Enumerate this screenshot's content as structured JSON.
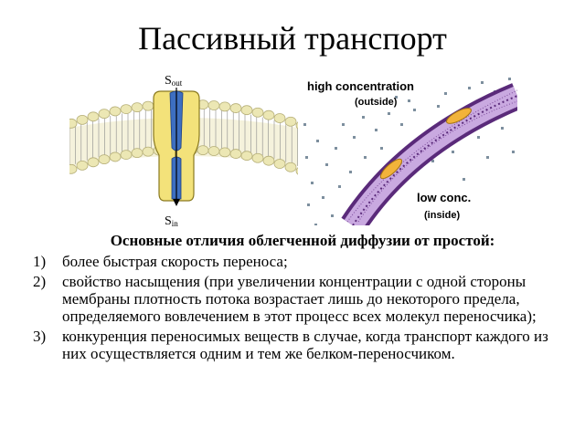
{
  "slide": {
    "title": "Пассивный транспорт"
  },
  "figure_left": {
    "label_out": "S",
    "label_out_sub": "out",
    "label_in": "S",
    "label_in_sub": "in"
  },
  "figure_right": {
    "label_high_1": "high concentration",
    "label_high_2": "(outside)",
    "label_low_1": "low conc.",
    "label_low_2": "(inside)"
  },
  "content": {
    "heading": "Основные отличия облегченной диффузии от простой:",
    "items": [
      {
        "num": "1)",
        "text": "более быстрая скорость переноса;"
      },
      {
        "num": "2)",
        "text": "свойство насыщения (при увеличении концентрации с одной стороны мембраны плотность потока возрастает лишь до некоторого предела, определяемого вовлечением в этот процесс всех молекул переносчика);"
      },
      {
        "num": "3)",
        "text": "конкуренция переносимых веществ в случае, когда транспорт каждого из них осуществляется одним и тем же белком-переносчиком."
      }
    ]
  },
  "colors": {
    "lipid_head": "#ece7b4",
    "lipid_head_stroke": "#b7b07a",
    "lipid_tail": "#8a8a8a",
    "protein_body": "#f3e27a",
    "protein_stroke": "#8a7a20",
    "channel": "#3d6fc1",
    "membrane_purple": "#5a2a7a",
    "membrane_light": "#c9a9e0",
    "carrier_orange": "#f2b33a",
    "dots": "#7d8f9e"
  }
}
